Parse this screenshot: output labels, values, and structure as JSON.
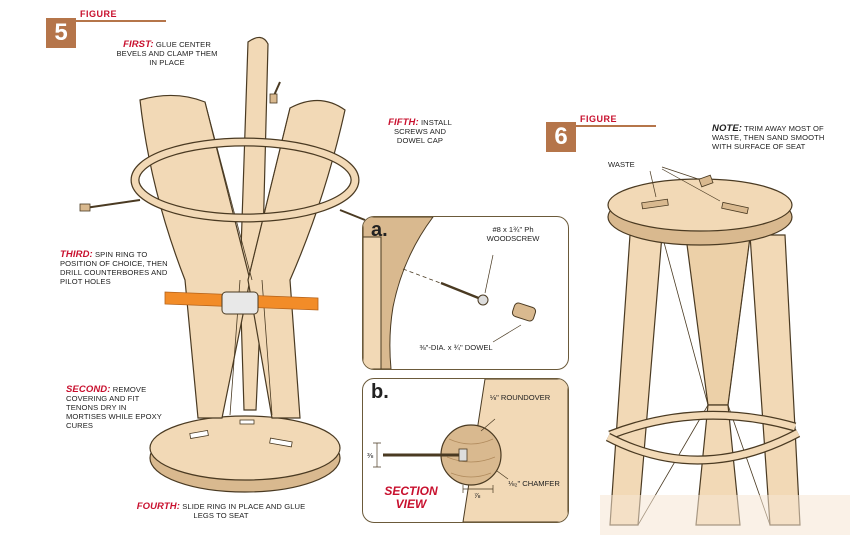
{
  "colors": {
    "accent": "#c8102e",
    "badge": "#b5754a",
    "wood": "#f2d9b6",
    "wood_dark": "#d9b98f",
    "outline": "#4a3a22",
    "strap": "#f28c28"
  },
  "figure5": {
    "number": "5",
    "word": "FIGURE",
    "notes": {
      "first": {
        "lead": "FIRST:",
        "text": "GLUE CENTER BEVELS AND CLAMP THEM IN PLACE"
      },
      "second": {
        "lead": "SECOND:",
        "text": "REMOVE COVERING AND FIT TENONS DRY IN MORTISES WHILE EPOXY CURES"
      },
      "third": {
        "lead": "THIRD:",
        "text": "SPIN RING TO POSITION OF CHOICE, THEN DRILL COUNTERBORES AND PILOT HOLES"
      },
      "fourth": {
        "lead": "FOURTH:",
        "text": "SLIDE RING IN PLACE AND GLUE LEGS TO SEAT"
      },
      "fifth": {
        "lead": "FIFTH:",
        "text": "INSTALL SCREWS AND DOWEL CAP"
      }
    }
  },
  "detail_a": {
    "letter": "a.",
    "screw_label": "#8 x 1¾\" Ph WOODSCREW",
    "dowel_label": "⅜\"-DIA. x ¾\" DOWEL"
  },
  "detail_b": {
    "letter": "b.",
    "roundover_label": "⅛\" ROUNDOVER",
    "chamfer_label": "⅛₂\" CHAMFER",
    "dim_left": "⅜",
    "dim_bottom": "⅞",
    "section_view": "SECTION VIEW"
  },
  "figure6": {
    "number": "6",
    "word": "FIGURE",
    "note": {
      "lead": "NOTE:",
      "text": "TRIM AWAY MOST OF WASTE, THEN SAND SMOOTH WITH SURFACE OF SEAT"
    },
    "waste_label": "WASTE"
  }
}
